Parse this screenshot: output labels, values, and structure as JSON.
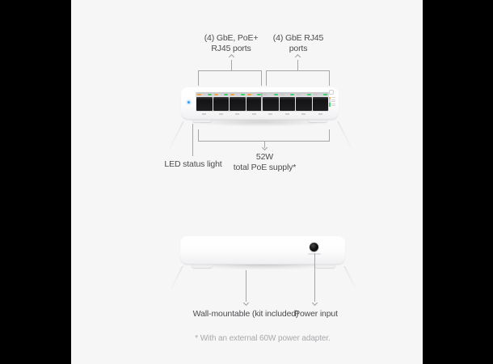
{
  "panel": {
    "frame_bg": "#000000",
    "backdrop_bg": "#f6f6f7"
  },
  "front": {
    "callout_poe": {
      "line1": "(4) GbE, PoE+",
      "line2": "RJ45 ports"
    },
    "callout_gbe": {
      "line1": "(4) GbE RJ45",
      "line2": "ports"
    },
    "callout_led": "LED status light",
    "callout_poe_supply": {
      "line1": "52W",
      "line2": "total PoE supply*"
    },
    "device": {
      "status_led_color": "#3ba1f2",
      "ports": [
        {
          "poe": true,
          "led_left": "#f2a33c",
          "led_right": "#3ed06e"
        },
        {
          "poe": true,
          "led_left": "#f2a33c",
          "led_right": "#3ed06e"
        },
        {
          "poe": true,
          "led_left": "#f2a33c",
          "led_right": "#3ed06e"
        },
        {
          "poe": true,
          "led_left": "#f2a33c",
          "led_right": "#3ed06e"
        },
        {
          "poe": false,
          "led_left": "#c9c9cb",
          "led_right": "#3ed06e"
        },
        {
          "poe": false,
          "led_left": "#c9c9cb",
          "led_right": "#3ed06e"
        },
        {
          "poe": false,
          "led_left": "#c9c9cb",
          "led_right": "#3ed06e"
        },
        {
          "poe": false,
          "led_left": "#c9c9cb",
          "led_right": "#3ed06e"
        }
      ],
      "legend": [
        {
          "color": "#f2a33c"
        },
        {
          "color": "#cfcfd1"
        },
        {
          "color": "#cfcfd1"
        },
        {
          "color": "#3ed06e"
        },
        {
          "color": "#3ed06e"
        }
      ]
    }
  },
  "rear": {
    "callout_wall": "Wall-mountable (kit included)",
    "callout_power": "Power input"
  },
  "footer": {
    "note": "* With an external 60W power adapter."
  }
}
